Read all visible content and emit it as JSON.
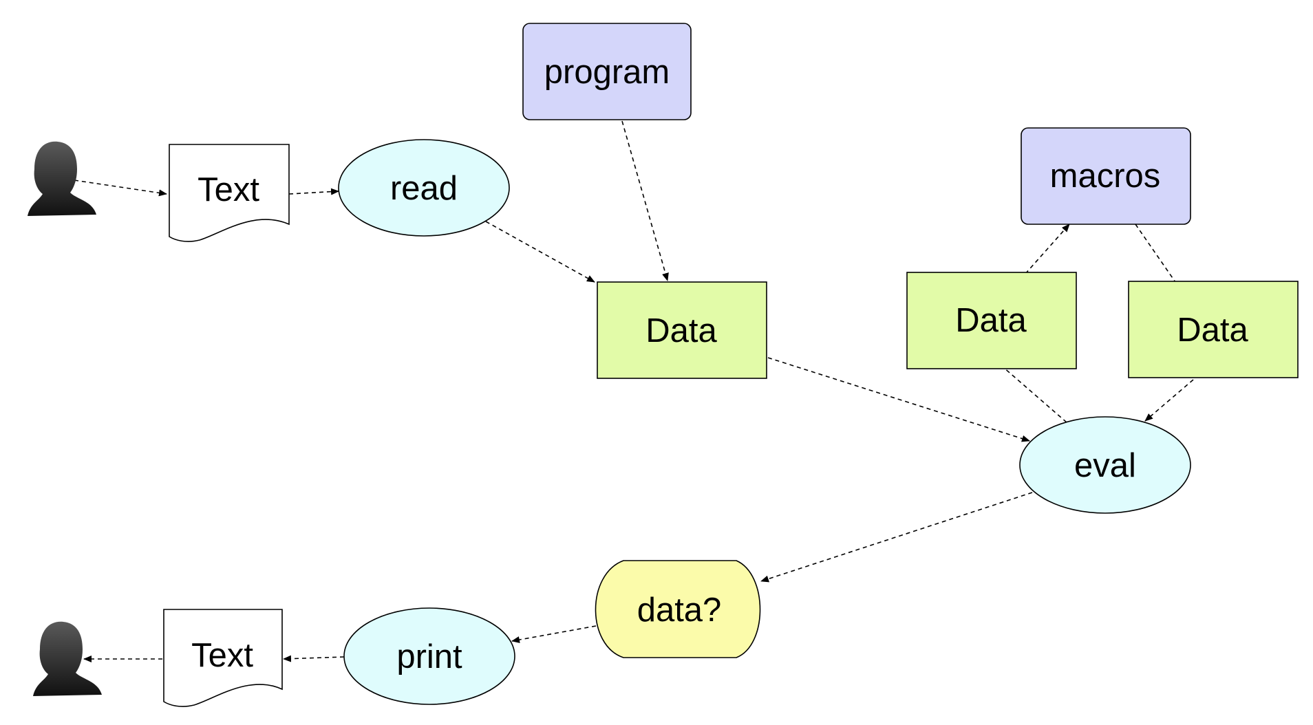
{
  "colors": {
    "program_fill": "#d4d6fa",
    "data_fill": "#e2fba8",
    "process_fill": "#dffcfd",
    "result_fill": "#fbfbaa",
    "document_fill": "#ffffff",
    "user_fill": "#2a2a2a"
  },
  "nodes": {
    "user_in": {
      "label": "",
      "shape": "person-icon"
    },
    "text_in": {
      "label": "Text",
      "shape": "document"
    },
    "read": {
      "label": "read",
      "shape": "ellipse"
    },
    "program": {
      "label": "program",
      "shape": "rounded-rect"
    },
    "data_main": {
      "label": "Data",
      "shape": "rect"
    },
    "macros": {
      "label": "macros",
      "shape": "rounded-rect"
    },
    "data_macro_in": {
      "label": "Data",
      "shape": "rect"
    },
    "data_macro_out": {
      "label": "Data",
      "shape": "rect"
    },
    "eval": {
      "label": "eval",
      "shape": "ellipse"
    },
    "data_result": {
      "label": "data?",
      "shape": "stadium"
    },
    "print": {
      "label": "print",
      "shape": "ellipse"
    },
    "text_out": {
      "label": "Text",
      "shape": "document"
    },
    "user_out": {
      "label": "",
      "shape": "person-icon"
    }
  },
  "edges": [
    {
      "from": "user_in",
      "to": "text_in",
      "style": "dashed",
      "arrow": true
    },
    {
      "from": "text_in",
      "to": "read",
      "style": "dashed",
      "arrow": true
    },
    {
      "from": "read",
      "to": "data_main",
      "style": "dashed",
      "arrow": true
    },
    {
      "from": "program",
      "to": "data_main",
      "style": "dashed",
      "arrow": true
    },
    {
      "from": "data_main",
      "to": "eval",
      "style": "dashed",
      "arrow": true
    },
    {
      "from": "data_macro_in",
      "to": "macros",
      "style": "dashed",
      "arrow": true
    },
    {
      "from": "macros",
      "to": "data_macro_out",
      "style": "dashed",
      "arrow": false
    },
    {
      "from": "eval",
      "to": "data_macro_in",
      "style": "dashed",
      "arrow": false
    },
    {
      "from": "data_macro_out",
      "to": "eval",
      "style": "dashed",
      "arrow": true
    },
    {
      "from": "eval",
      "to": "data_result",
      "style": "dashed",
      "arrow": true
    },
    {
      "from": "data_result",
      "to": "print",
      "style": "dashed",
      "arrow": true
    },
    {
      "from": "print",
      "to": "text_out",
      "style": "dashed",
      "arrow": true
    },
    {
      "from": "text_out",
      "to": "user_out",
      "style": "dashed",
      "arrow": true
    }
  ]
}
